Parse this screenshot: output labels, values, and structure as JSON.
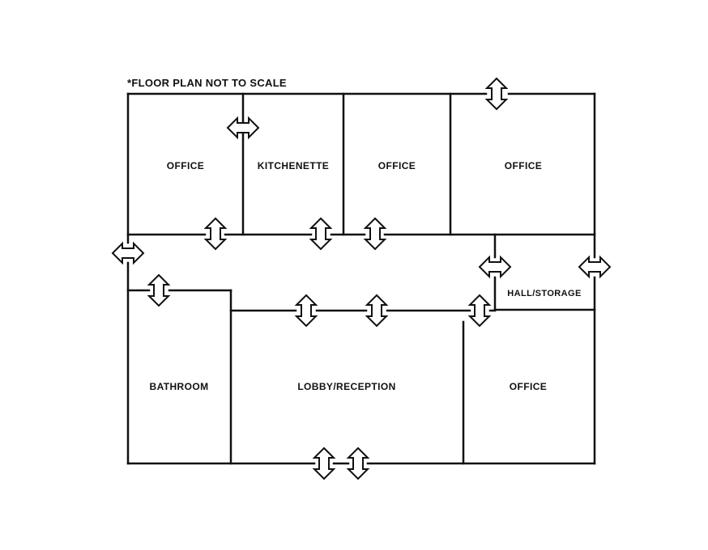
{
  "note": "*FLOOR PLAN NOT TO SCALE",
  "rooms": {
    "office_1": "OFFICE",
    "kitchenette": "KITCHENETTE",
    "office_2": "OFFICE",
    "office_3": "OFFICE",
    "hall_storage": "HALL/STORAGE",
    "bathroom": "BATHROOM",
    "lobby_reception": "LOBBY/RECEPTION",
    "office_4": "OFFICE"
  },
  "colors": {
    "wall": "#111111",
    "door_fill": "#ffffff",
    "background": "#ffffff"
  },
  "icons": {
    "door": "double-arrow-icon"
  }
}
